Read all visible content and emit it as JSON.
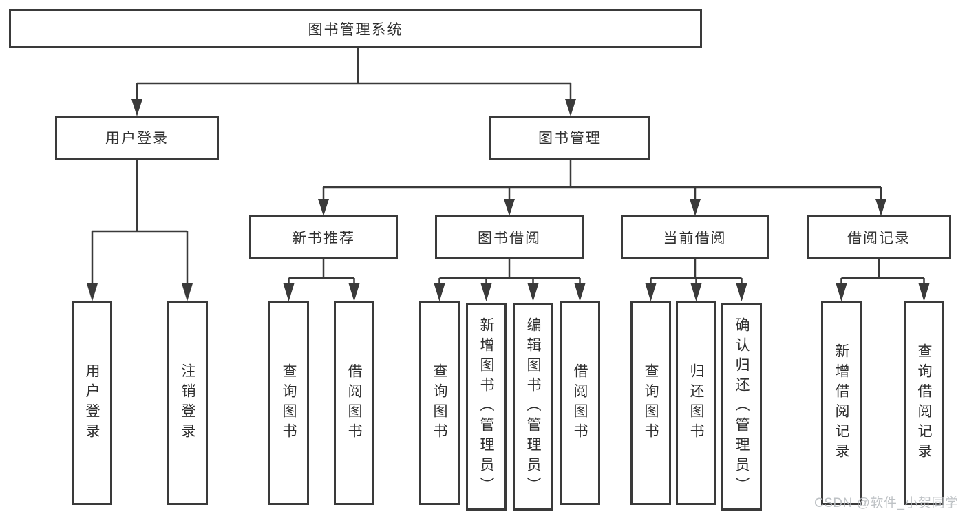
{
  "diagram": {
    "root": {
      "label": "图书管理系统"
    },
    "branches": [
      {
        "label": "用户登录",
        "children": [
          {
            "label": "用户登录"
          },
          {
            "label": "注销登录"
          }
        ]
      },
      {
        "label": "图书管理",
        "sections": [
          {
            "label": "新书推荐",
            "children": [
              {
                "label": "查询图书"
              },
              {
                "label": "借阅图书"
              }
            ]
          },
          {
            "label": "图书借阅",
            "children": [
              {
                "label": "查询图书"
              },
              {
                "label": "新增图书（管理员）"
              },
              {
                "label": "编辑图书（管理员）"
              },
              {
                "label": "借阅图书"
              }
            ]
          },
          {
            "label": "当前借阅",
            "children": [
              {
                "label": "查询图书"
              },
              {
                "label": "归还图书"
              },
              {
                "label": "确认归还（管理员）"
              }
            ]
          },
          {
            "label": "借阅记录",
            "children": [
              {
                "label": "新增借阅记录"
              },
              {
                "label": "查询借阅记录"
              }
            ]
          }
        ]
      }
    ],
    "watermark": "CSDN @软件_小贺同学",
    "colors": {
      "line": "#3a3a3a",
      "text": "#2f2f2f",
      "watermark": "#b9bdc1",
      "background": "#ffffff"
    }
  }
}
